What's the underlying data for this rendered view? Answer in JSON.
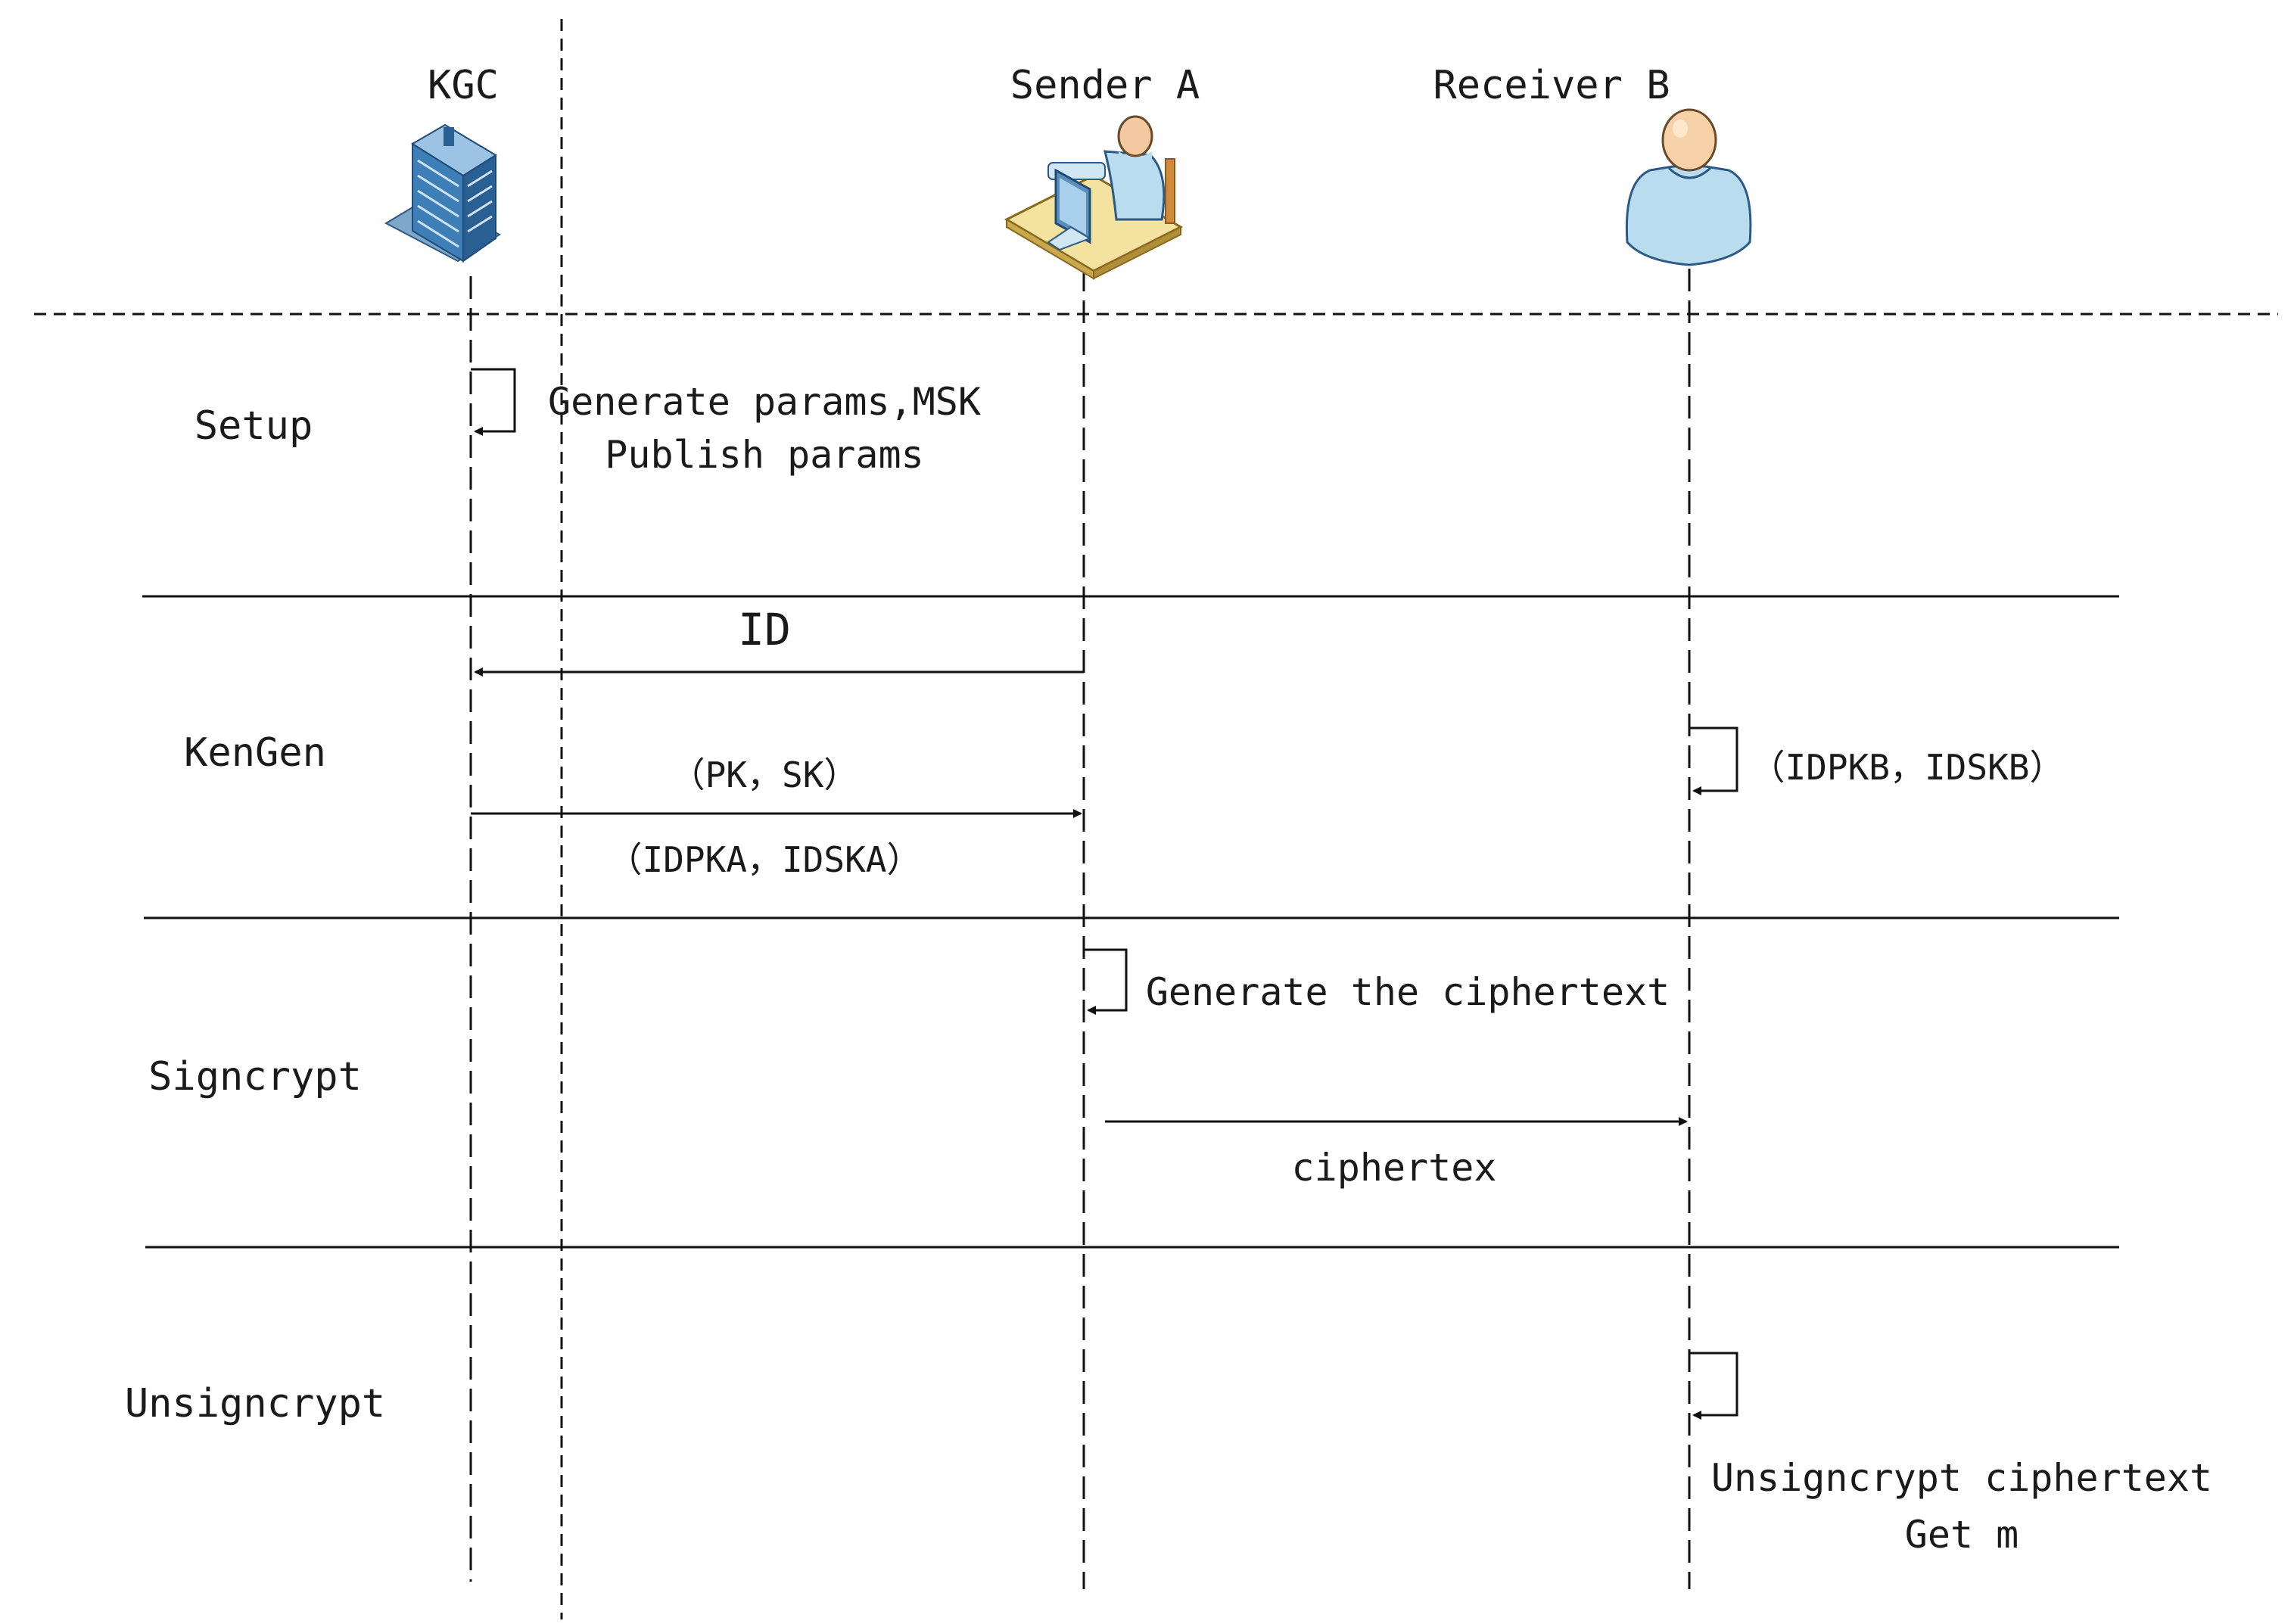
{
  "participants": {
    "kgc": "KGC",
    "sender": "Sender A",
    "receiver": "Receiver B"
  },
  "phases": {
    "setup": "Setup",
    "keygen": "KenGen",
    "signcrypt": "Signcrypt",
    "unsigncrypt": "Unsigncrypt"
  },
  "messages": {
    "setup_line1": "Generate params,MSK",
    "setup_line2": "Publish params",
    "id": "ID",
    "pk_sk": "（PK，SK）",
    "idpka_idska": "（IDPKA，IDSKA）",
    "idpkb_idskb": "（IDPKB，IDSKB）",
    "generate_ciphertext": "Generate the ciphertext",
    "ciphertex": "ciphertex",
    "unsigncrypt_line1": "Unsigncrypt ciphertext",
    "unsigncrypt_line2": "Get m"
  },
  "icons": {
    "kgc": "office-building-icon",
    "sender": "person-at-computer-icon",
    "receiver": "person-icon"
  },
  "colors": {
    "line": "#111111",
    "building": "#3f7fb8",
    "person": "#b9dcee",
    "desk": "#f3e2a0"
  }
}
